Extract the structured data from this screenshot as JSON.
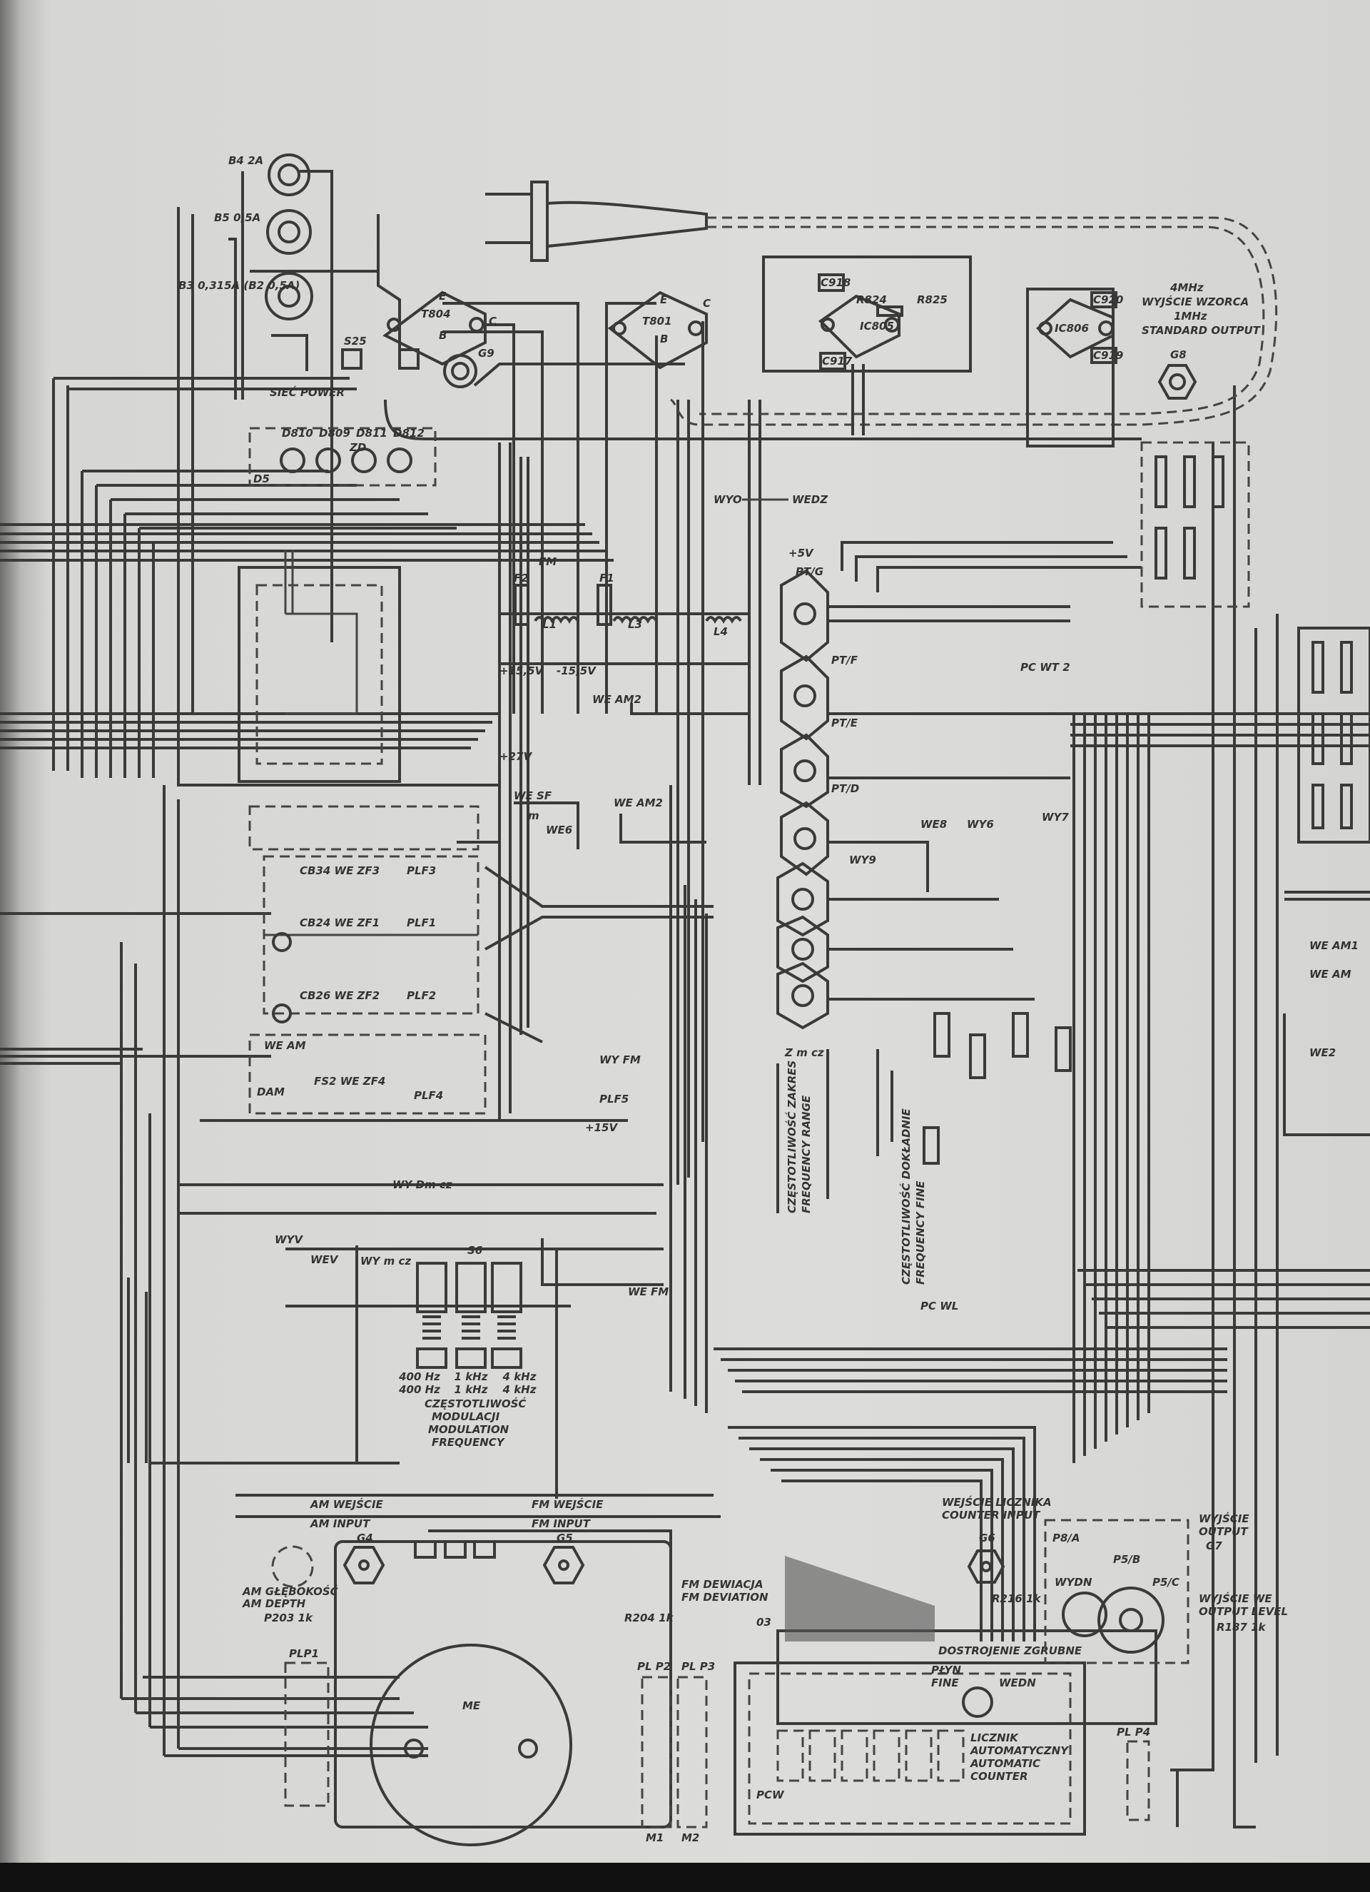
{
  "power": {
    "fuse_b4": "B4 2A",
    "fuse_b5": "B5 0,5A",
    "fuse_b3": "B3 0,315A (B2 0,5A)",
    "switch": "S25",
    "power_label": "SIEĆ POWER",
    "t804": "T804",
    "t801": "T801",
    "pin_e": "E",
    "pin_b": "B",
    "pin_c": "C",
    "g9": "G9",
    "diodes": [
      "D810",
      "D809",
      "D811",
      "D812"
    ],
    "zd": "ZD",
    "d5": "D5"
  },
  "standard": {
    "ic805": "IC805",
    "c918": "C918",
    "c917": "C917",
    "r824": "R824",
    "r825": "R825",
    "ic806": "IC806",
    "c920": "C920",
    "c919": "C919",
    "output_label_1": "4MHz",
    "output_label_2": "WYJŚCIE WZORCA",
    "output_label_3": "1MHz",
    "output_label_4": "STANDARD OUTPUT",
    "g8": "G8",
    "wyo": "WYO",
    "wedz": "WEDZ"
  },
  "rf": {
    "fm": "FM",
    "l1": "L1",
    "l3": "L3",
    "l4": "L4",
    "f1": "F1",
    "f2": "F2",
    "plus15": "+15,5V",
    "minus15": "-15,5V",
    "plus27": "+27V",
    "weam2": "WE AM2",
    "wesf": "WE SF",
    "we6": "WE6",
    "m": "m",
    "pt_g": "PT/G",
    "pt_f": "PT/F",
    "pt_e": "PT/E",
    "pt_d": "PT/D",
    "plus5": "+5V",
    "wy9": "WY9",
    "we8": "WE8",
    "wy6": "WY6",
    "wy7": "WY7",
    "pc_wt2": "PC WT 2"
  },
  "if_filters": {
    "cb34": "CB34 WE ZF3",
    "plf3": "PLF3",
    "cb24": "CB24 WE ZF1",
    "plf1": "PLF1",
    "cb26": "CB26 WE ZF2",
    "plf2": "PLF2",
    "fs2": "FS2 WE ZF4",
    "plf4": "PLF4",
    "plf5": "PLF5",
    "weam": "WE AM",
    "dam": "DAM",
    "plus15v": "+15V",
    "wy_dm_cz": "WY Dm cz",
    "wy_fm": "WY FM"
  },
  "tuning": {
    "range_pl": "CZĘSTOTLIWOŚĆ ZAKRES",
    "range_en": "FREQUENCY RANGE",
    "fine_pl": "CZĘSTOTLIWOŚĆ DOKŁADNIE",
    "fine_en": "FREQUENCY FINE",
    "z_m_cz": "Z m cz",
    "pc_wl": "PC WL",
    "we_am1": "WE AM1",
    "we_am": "WE AM",
    "we2": "WE2"
  },
  "modulation": {
    "s6": "S6",
    "freqs_pl": [
      "400 Hz",
      "1 kHz",
      "4 kHz"
    ],
    "freqs_en": [
      "400 Hz",
      "1 kHz",
      "4 kHz"
    ],
    "title_pl_1": "CZĘSTOTLIWOŚĆ",
    "title_pl_2": "MODULACJI",
    "title_en_1": "MODULATION",
    "title_en_2": "FREQUENCY",
    "wyv": "WYV",
    "wev": "WEV",
    "wy_m_cz": "WY m cz",
    "we_fm": "WE FM"
  },
  "front_panel": {
    "am_input_pl": "AM WEJŚCIE",
    "am_input_en": "AM INPUT",
    "g4": "G4",
    "fm_input_pl": "FM WEJŚCIE",
    "fm_input_en": "FM INPUT",
    "g5": "G5",
    "am_depth_pl": "AM GŁĘBOKOŚĆ",
    "am_depth_en": "AM DEPTH",
    "p203": "P203 1k",
    "fm_dev_pl": "FM DEWIACJA",
    "fm_dev_en": "FM DEVIATION",
    "r204": "R204 1k",
    "meter": "ME",
    "plp1": "PLP1",
    "plp2": "PL P2",
    "plp3": "PL P3",
    "m1": "M1",
    "m2": "M2"
  },
  "counter": {
    "o3": "03",
    "coarse": "DOSTROJENIE ZGRUBNE",
    "fine_pl": "PŁYN",
    "fine_en": "FINE",
    "wedn": "WEDN",
    "label_pl_1": "LICZNIK",
    "label_pl_2": "AUTOMATYCZNY",
    "label_en_1": "AUTOMATIC",
    "label_en_2": "COUNTER",
    "pcw": "PCW",
    "counter_input_pl": "WEJŚCIE LICZNIKA",
    "counter_input_en": "COUNTER INPUT",
    "g6": "G6",
    "p8a": "P8/A",
    "p8b": "P5/B",
    "p8c": "P5/C",
    "wydn": "WYDN",
    "r216": "R216 1k",
    "output_pl": "WYJŚCIE",
    "output_en": "OUTPUT",
    "g7": "G7",
    "level_pl": "WYJŚCIE WE",
    "level_en": "OUTPUT LEVEL",
    "r187": "R187 1k",
    "plp4": "PL P4"
  }
}
